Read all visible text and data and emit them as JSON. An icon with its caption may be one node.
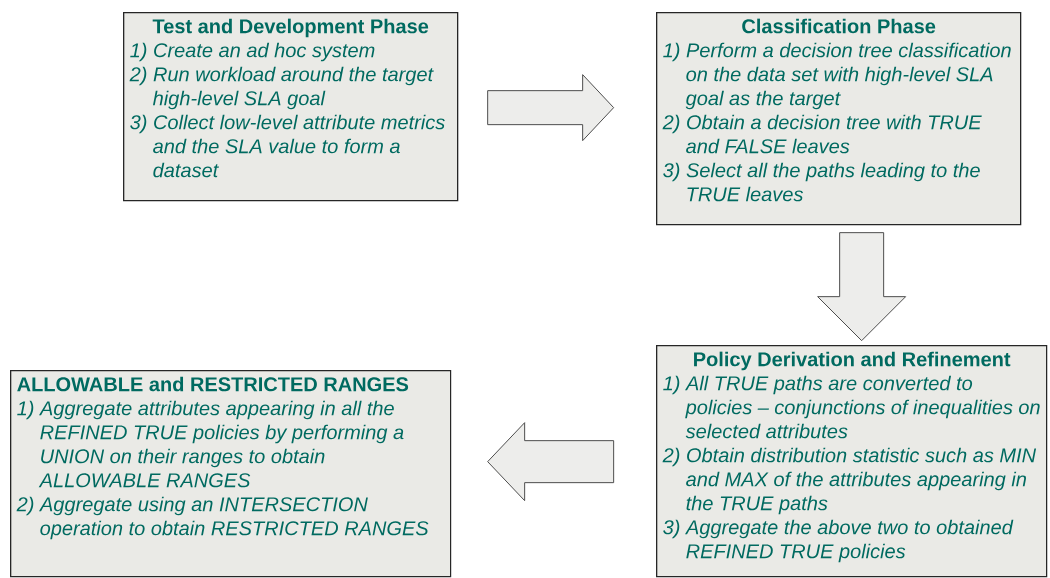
{
  "diagram": {
    "nodes": [
      {
        "text": [
          "Test and Development Phase",
          "1) Create an ad hoc system",
          "2) Run workload around the target high-level SLA goal",
          "3) Collect low-level attribute metrics and the SLA value to form a dataset"
        ]
      },
      {
        "text": [
          "Classification Phase",
          "1) Perform a decision tree classification on the data set with high-level SLA goal as the target",
          "2) Obtain a decision tree with TRUE and FALSE leaves",
          "3) Select all the paths leading to the TRUE leaves"
        ]
      },
      {
        "text": [
          "Policy Derivation and Refinement",
          "1) All TRUE paths are converted to policies – conjunctions of inequalities on selected attributes",
          "2) Obtain distribution statistic such as MIN and MAX of the attributes appearing in the TRUE paths",
          "3) Aggregate the above two to obtained REFINED TRUE policies"
        ]
      },
      {
        "text": [
          "ALLOWABLE and RESTRICTED RANGES",
          "1) Aggregate attributes appearing in all the REFINED TRUE policies by performing a UNION on their ranges to obtain ALLOWABLE RANGES",
          "2) Aggregate using an INTERSECTION operation to obtain RESTRICTED RANGES"
        ]
      }
    ],
    "edges": [
      {
        "from": 0,
        "to": 1,
        "arrow": "to"
      },
      {
        "from": 1,
        "to": 2,
        "arrow": "to"
      },
      {
        "from": 2,
        "to": 3,
        "arrow": "to"
      }
    ]
  }
}
